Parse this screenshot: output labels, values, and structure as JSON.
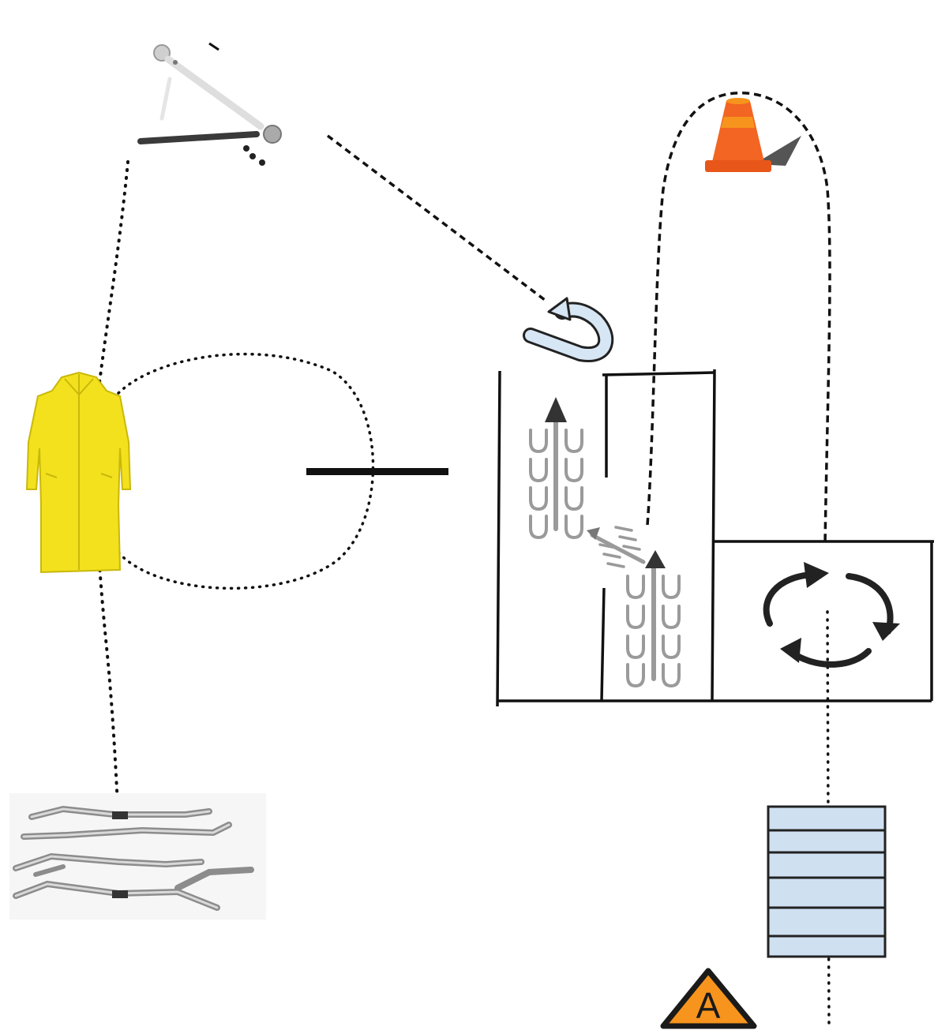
{
  "drill": {
    "stations": {
      "start_marker": {
        "label": "A",
        "icon": "warning-triangle-icon",
        "color": "#f7941d"
      },
      "cone": {
        "icon": "traffic-cone-icon",
        "color": "#f26522"
      },
      "raincoat": {
        "icon": "raincoat-icon",
        "color": "#f2e11c"
      },
      "hose_bundle": {
        "icon": "hose-bundle-icon",
        "color": "#8c8c8c"
      },
      "ladder": {
        "icon": "ladder-stack-icon",
        "color": "#cfe0f1"
      },
      "rotate": {
        "icon": "circular-arrows-icon",
        "color": "#222222"
      },
      "u_turn": {
        "icon": "u-turn-arrow-icon",
        "color": "#d7e6f5"
      },
      "figure_pull": {
        "icon": "figure-pull-icon",
        "color": "#555555"
      },
      "footsteps": {
        "icon": "footsteps-icon",
        "color": "#9a9a9a"
      }
    },
    "paths": {
      "dotted_style": "dotted",
      "dashed_style": "dashed",
      "line_color": "#111111"
    }
  }
}
